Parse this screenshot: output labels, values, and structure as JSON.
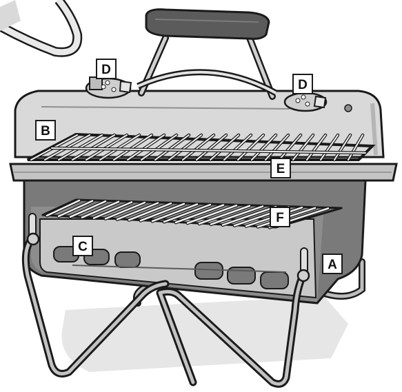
{
  "diagram": {
    "callouts": [
      {
        "id": "A",
        "letter": "A"
      },
      {
        "id": "B",
        "letter": "B"
      },
      {
        "id": "C",
        "letter": "C"
      },
      {
        "id": "D1",
        "letter": "D"
      },
      {
        "id": "D2",
        "letter": "D"
      },
      {
        "id": "E",
        "letter": "E"
      },
      {
        "id": "F",
        "letter": "F"
      }
    ],
    "colors": {
      "outline": "#1a1a1a",
      "lid_metal": "#d9d9d9",
      "lid_dark": "#8f8f8f",
      "bowl": "#7a7a7a",
      "bowl_dark": "#555555",
      "handle_grip": "#5b5b5b",
      "grate": "#f2f2f2",
      "shadow": "#e6e6e6",
      "callout_fill": "#ffffff"
    }
  }
}
